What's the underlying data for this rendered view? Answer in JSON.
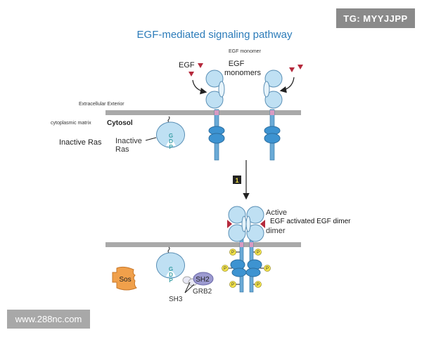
{
  "title": "EGF-mediated signaling pathway",
  "watermarks": {
    "top_right": "TG: MYYJJPP",
    "bottom_left": "www.288nc.com"
  },
  "labels": {
    "egf_monomer_small": "EGF monomer",
    "egf": "EGF",
    "egf_monomers_1": "EGF",
    "egf_monomers_2": "monomers",
    "extracellular": "Extracellular Exterior",
    "cytoplasmic": "cytoplasmic matrix",
    "cytosol": "Cytosol",
    "inactive_ras_big": "Inactive Ras",
    "inactive_ras_1": "Inactive",
    "inactive_ras_2": "Ras",
    "step": "1",
    "active_1": "Active",
    "active_dimer_overlay": "EGF activated EGF dimer",
    "active_2": "dimer",
    "sos": "Sos",
    "sh2": "SH2",
    "grb2": "GRB2",
    "sh3": "SH3",
    "gdp": [
      "G",
      "D",
      "P"
    ],
    "phospho": "P"
  },
  "colors": {
    "title": "#2b7bb9",
    "membrane": "#a9a9a9",
    "egf": "#b5293c",
    "receptor": "#bfe0f3",
    "kinase": "#3d93d1",
    "sos": "#f0a04b",
    "grb2": "#9c9ad0",
    "phospho": "#f2e24a"
  }
}
